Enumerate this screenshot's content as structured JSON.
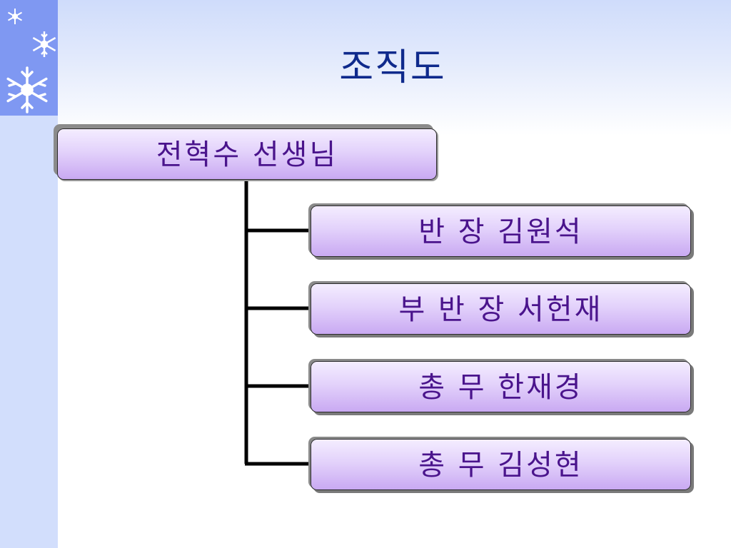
{
  "title": "조직도",
  "org": {
    "root": "전혁수 선생님",
    "children": [
      "반 장  김원석",
      "부 반 장  서헌재",
      "총 무  한재경",
      "총 무  김성현"
    ]
  },
  "colors": {
    "title": "#0f2a8c",
    "box_text": "#4a148c",
    "box_fill_top": "#f4edff",
    "box_fill_bottom": "#c9a9f2",
    "connector": "#000000",
    "snow_panel": "#7f98f2"
  }
}
